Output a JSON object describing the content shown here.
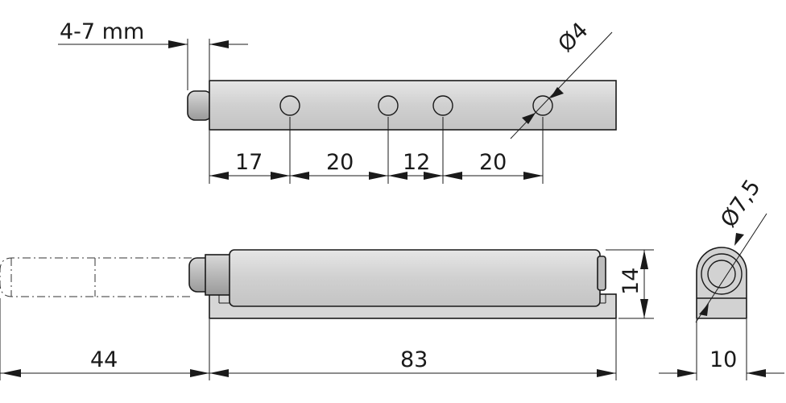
{
  "colors": {
    "body_fill": "#d2d2d2",
    "body_fill_light": "#e0e0e0",
    "plunger_fill": "#b4b4b4",
    "stroke": "#1a1a1a"
  },
  "dimensions": {
    "stroke_range": "4-7 mm",
    "hole_diameter": "Ø4",
    "spacing_1": "17",
    "spacing_2": "20",
    "spacing_3": "12",
    "spacing_4": "20",
    "height": "14",
    "extension": "44",
    "length": "83",
    "plunger_diameter": "Ø7,5",
    "width": "10"
  }
}
